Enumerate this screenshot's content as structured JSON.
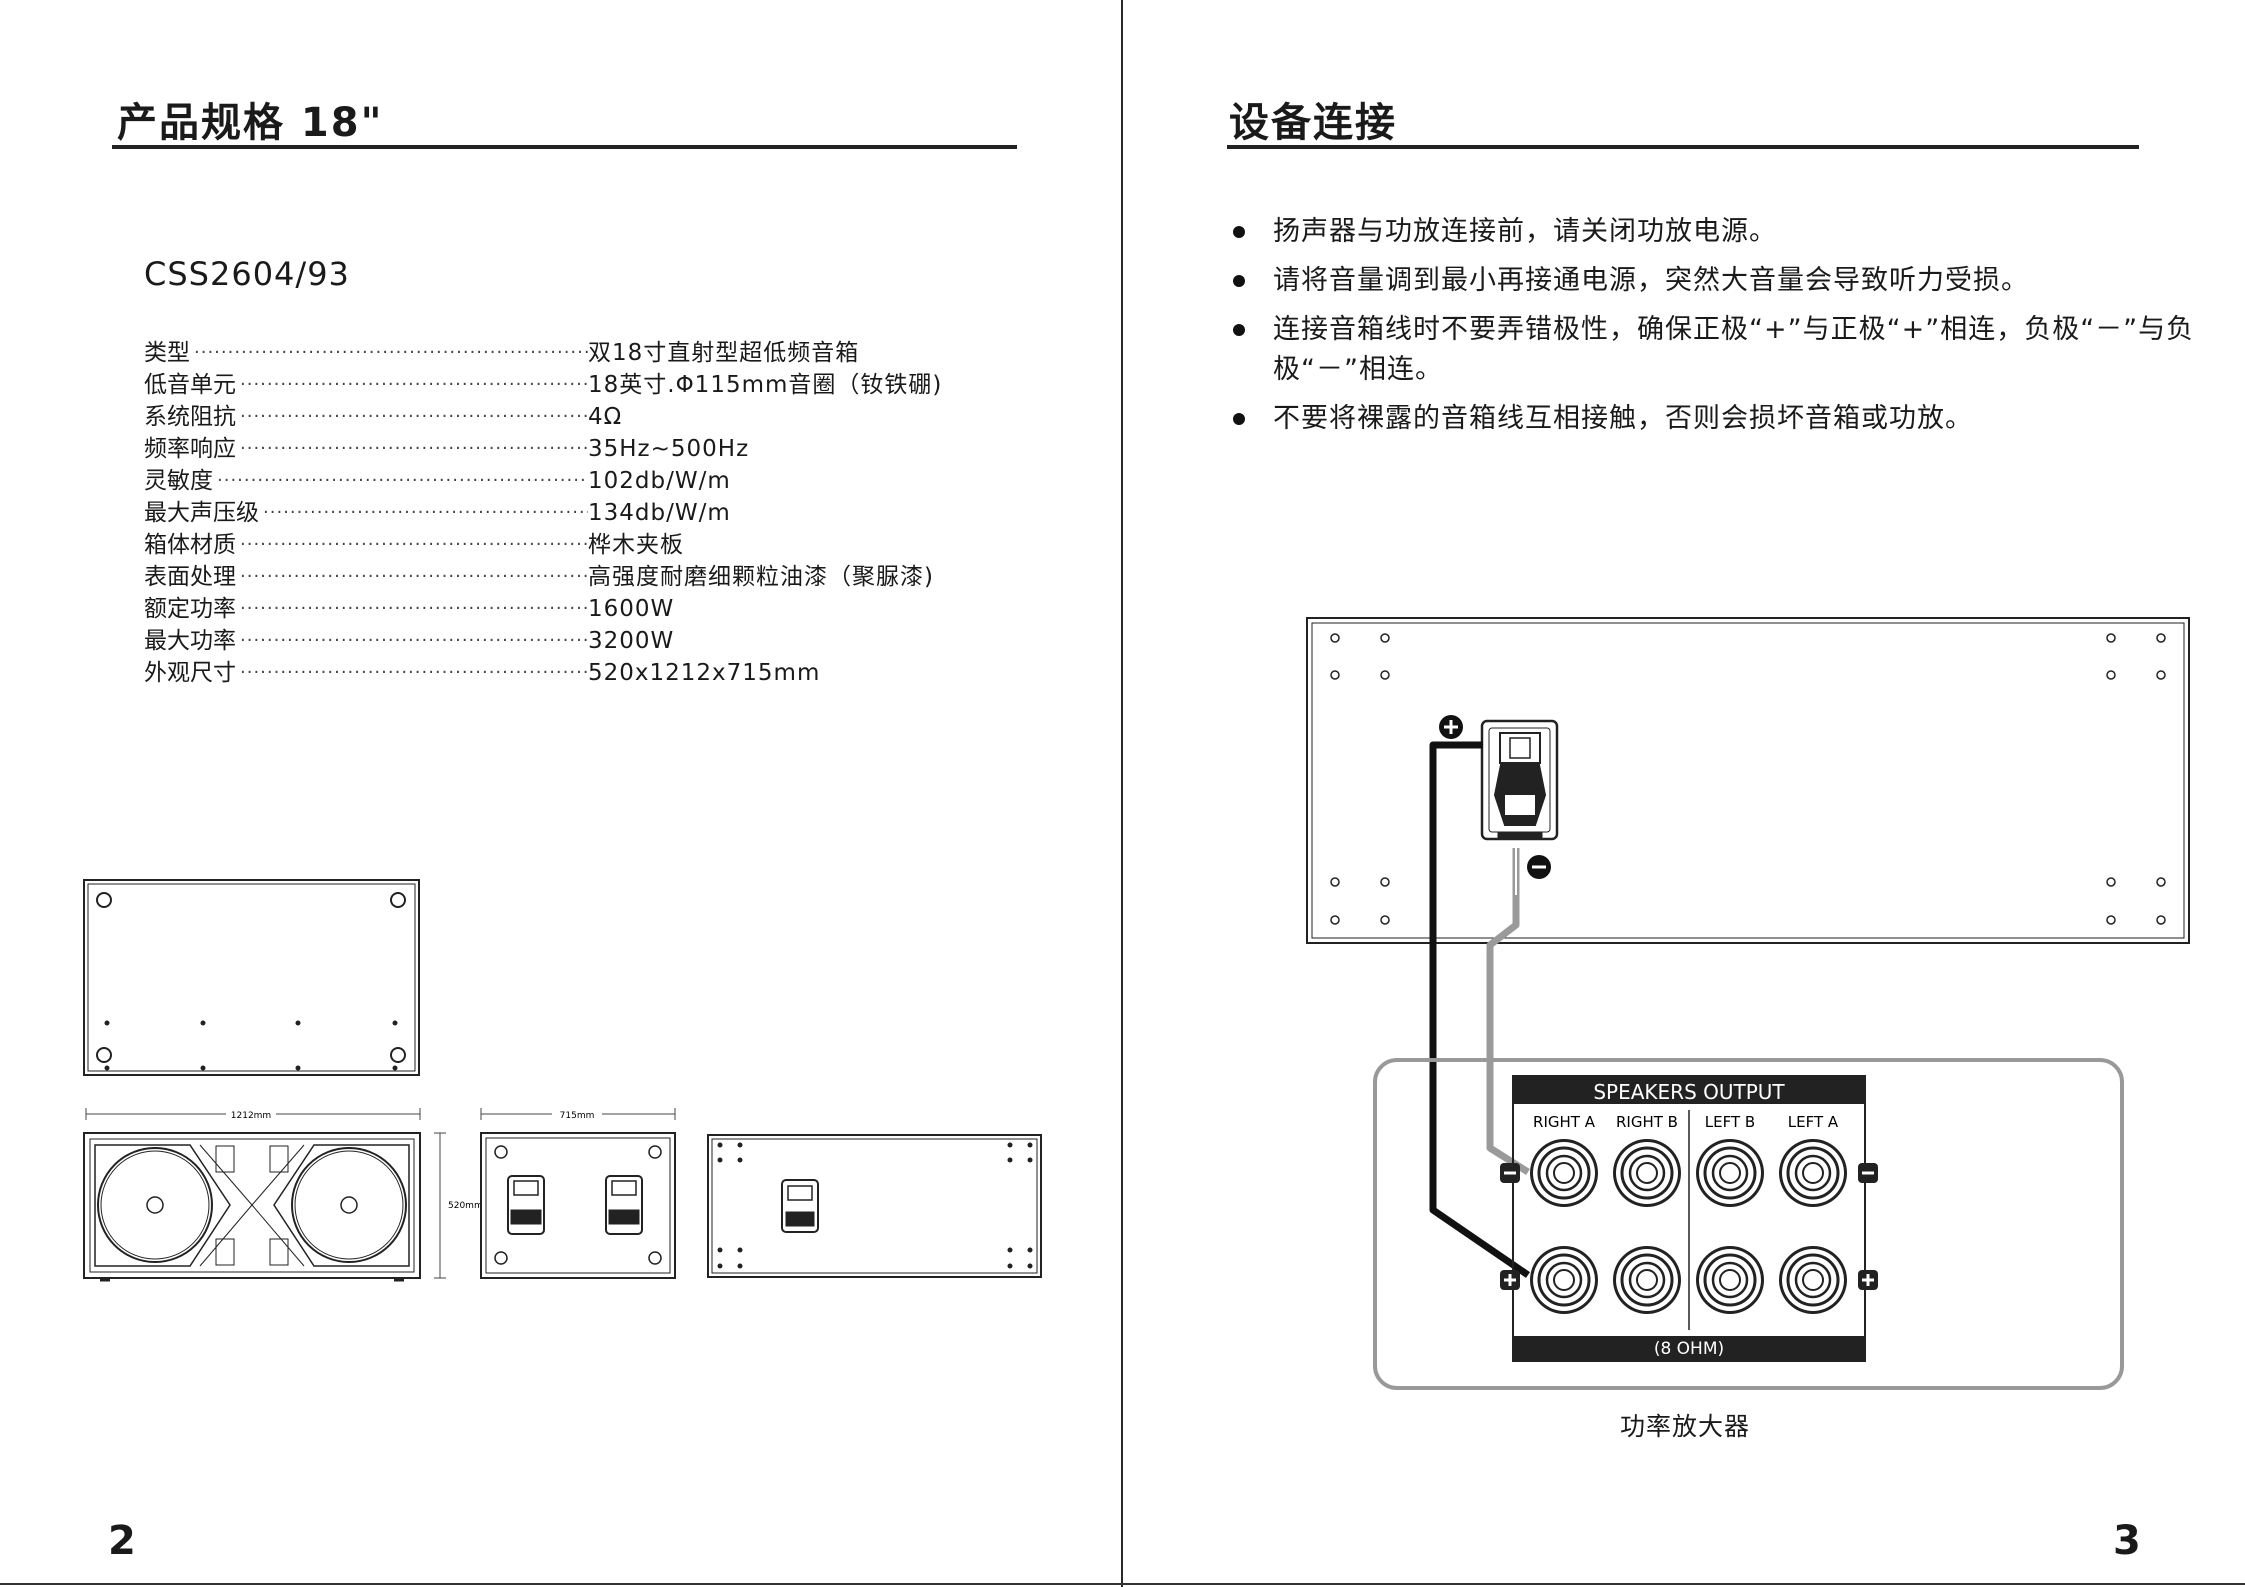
{
  "left_page": {
    "title": "产品规格 18\"",
    "model": "CSS2604/93",
    "specs": [
      {
        "label": "类型",
        "value": "双18寸直射型超低频音箱"
      },
      {
        "label": "低音单元",
        "value": "18英寸.Φ115mm音圈（钕铁硼)"
      },
      {
        "label": "系统阻抗",
        "value": "4Ω"
      },
      {
        "label": "频率响应",
        "value": "35Hz~500Hz"
      },
      {
        "label": "灵敏度",
        "value": "102db/W/m"
      },
      {
        "label": "最大声压级",
        "value": "134db/W/m"
      },
      {
        "label": "箱体材质",
        "value": "桦木夹板"
      },
      {
        "label": "表面处理",
        "value": "高强度耐磨细颗粒油漆（聚脲漆)"
      },
      {
        "label": "额定功率",
        "value": "1600W"
      },
      {
        "label": "最大功率",
        "value": "3200W"
      },
      {
        "label": "外观尺寸",
        "value": "520x1212x715mm"
      }
    ],
    "dim_labels": {
      "width": "1212mm",
      "depth": "715mm",
      "height": "520mm"
    },
    "page_number": "2"
  },
  "right_page": {
    "title": "设备连接",
    "bullets": [
      "扬声器与功放连接前，请关闭功放电源。",
      "请将音量调到最小再接通电源，突然大音量会导致听力受损。",
      "连接音箱线时不要弄错极性，确保正极“+”与正极“+”相连，负极“－”与负极“－”相连。",
      "不要将裸露的音箱线互相接触，否则会损坏音箱或功放。"
    ],
    "amp_panel": {
      "header": "SPEAKERS OUTPUT",
      "channels": [
        "RIGHT A",
        "RIGHT B",
        "LEFT B",
        "LEFT A"
      ],
      "footer": "(8 OHM)"
    },
    "caption": "功率放大器",
    "page_number": "3"
  },
  "colors": {
    "ink": "#1a1a1a",
    "wire_dark": "#111111",
    "wire_gray": "#9a9a9a",
    "panel_border": "#999999"
  }
}
